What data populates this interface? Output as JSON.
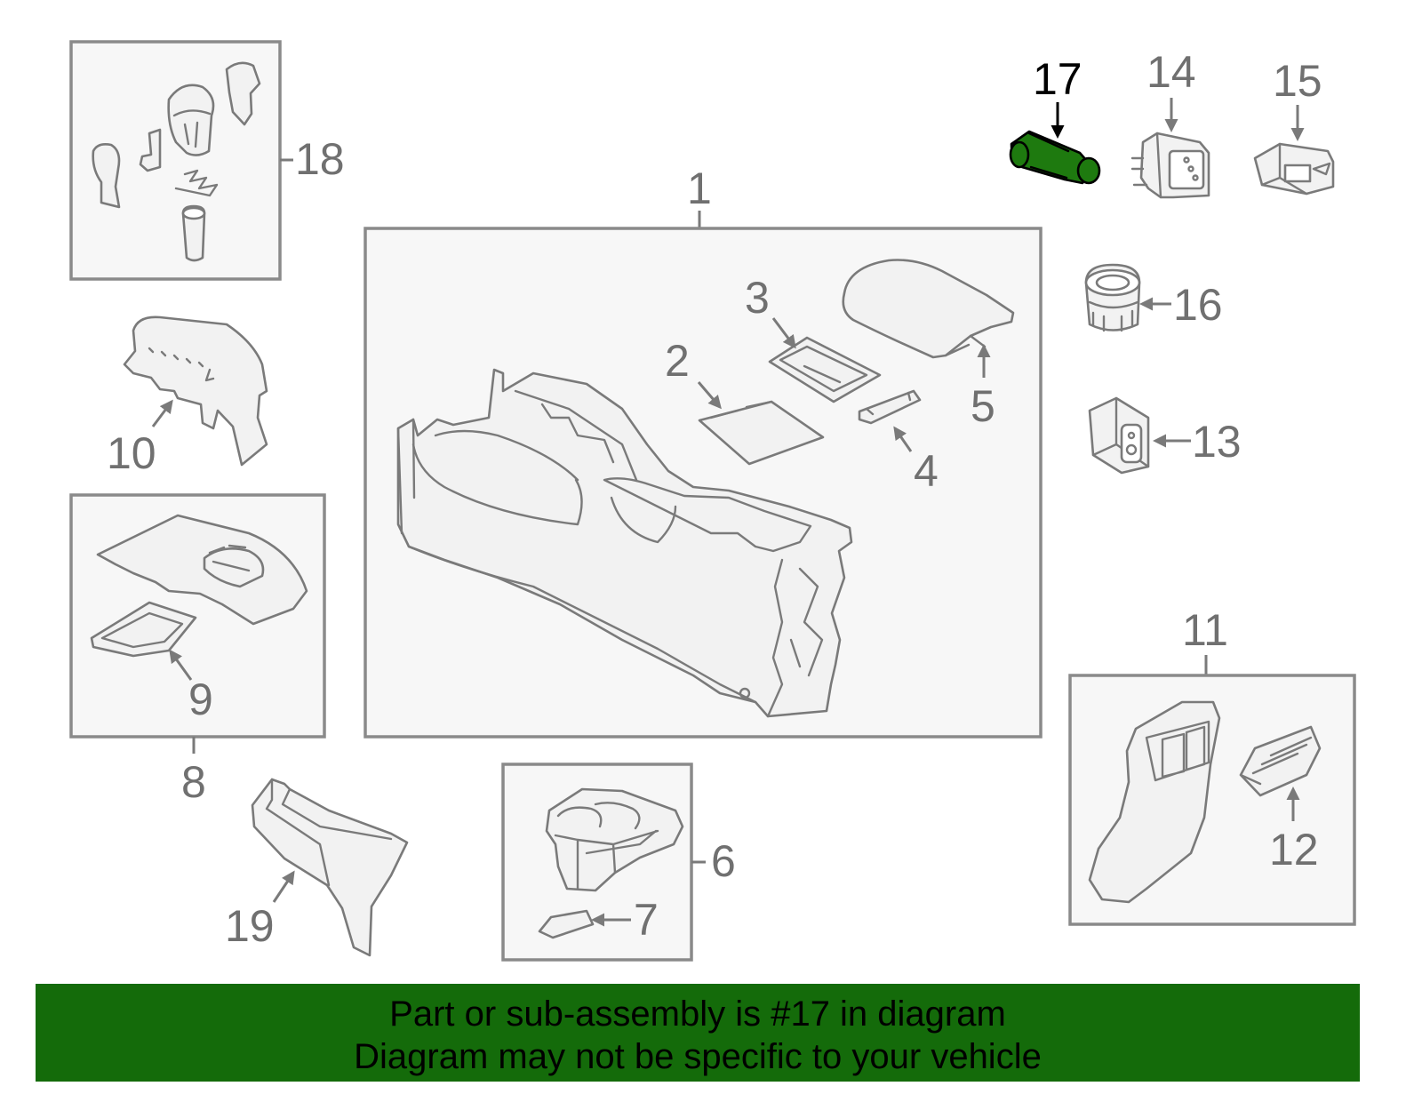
{
  "callouts": {
    "n1": "1",
    "n2": "2",
    "n3": "3",
    "n4": "4",
    "n5": "5",
    "n6": "6",
    "n7": "7",
    "n8": "8",
    "n9": "9",
    "n10": "10",
    "n11": "11",
    "n12": "12",
    "n13": "13",
    "n14": "14",
    "n15": "15",
    "n16": "16",
    "n17": "17",
    "n18": "18",
    "n19": "19"
  },
  "highlight": {
    "part_number": "17",
    "color": "#1e7a0f"
  },
  "banner": {
    "line1": "Part or sub-assembly is #17 in diagram",
    "line2": "Diagram may not be specific to your vehicle",
    "background": "#146b0a"
  }
}
